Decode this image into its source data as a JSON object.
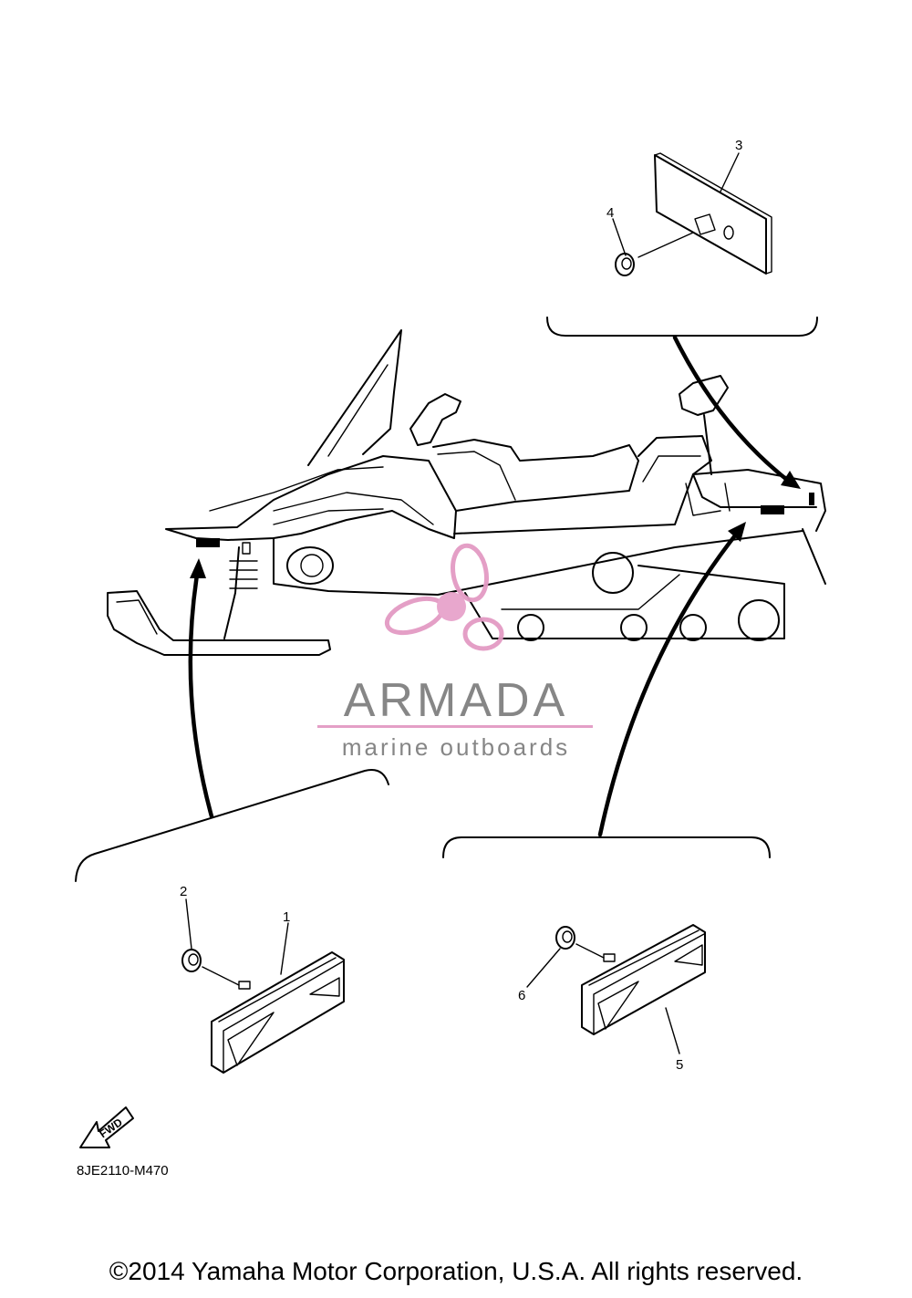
{
  "callouts": {
    "c1": "1",
    "c2": "2",
    "c3": "3",
    "c4": "4",
    "c5": "5",
    "c6": "6"
  },
  "fwd_label": "FWD",
  "diagram_code": "8JE2110-M470",
  "watermark": {
    "title": "ARMADA",
    "subtitle": "marine outboards",
    "color": "#e39ac4"
  },
  "copyright": "©2014 Yamaha Motor Corporation, U.S.A. All rights reserved."
}
